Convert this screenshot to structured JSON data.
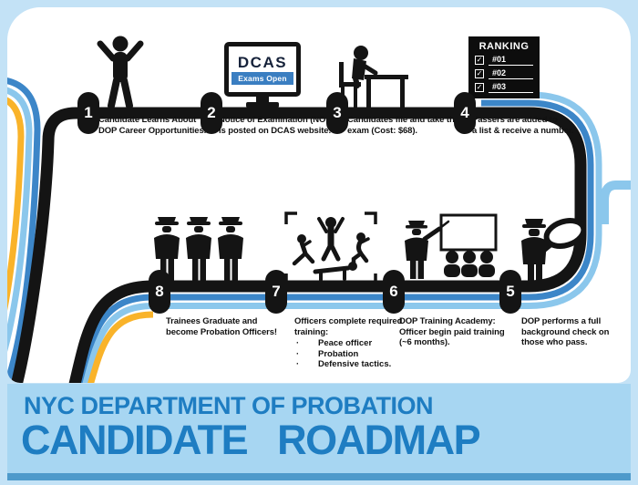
{
  "banner": {
    "line1": "NYC DEPARTMENT OF PROBATION",
    "line2": "CANDIDATE ROADMAP",
    "bg_color": "#a7d6f2",
    "text_color": "#1e7dc2",
    "strip_color": "#4e9acb"
  },
  "road_colors": {
    "black": "#141414",
    "blue": "#3c86c8",
    "light_blue": "#8bc7ec",
    "yellow": "#f9b32a"
  },
  "steps": [
    {
      "number": "1",
      "icon": "celebrating-person",
      "label": "Candidate Learns About\nDOP Career Opportunities."
    },
    {
      "number": "2",
      "icon": "computer-monitor",
      "label": "Notice of Examination (NOE)\nis posted on DCAS website.",
      "screen": {
        "title": "DCAS",
        "badge": "Exams Open"
      }
    },
    {
      "number": "3",
      "icon": "exam-desk",
      "label": "Candidates file and take the\nexam (Cost: $68)."
    },
    {
      "number": "4",
      "icon": "ranking-list",
      "label": "Passers are added to\na list & receive a number.",
      "ranking": {
        "title": "RANKING",
        "check": "✓",
        "items": [
          "#01",
          "#02",
          "#03"
        ]
      }
    },
    {
      "number": "5",
      "icon": "magnifier-officer",
      "label": "DOP performs a full\nbackground check on\nthose who pass."
    },
    {
      "number": "6",
      "icon": "training-academy",
      "label": "DOP Training Academy:\nOfficer begin paid training\n(~6 months)."
    },
    {
      "number": "7",
      "icon": "fitness-training",
      "label": "Officers complete required\ntraining:",
      "bullets": [
        "Peace officer",
        "Probation",
        "Defensive tactics."
      ],
      "bullet_char": "·"
    },
    {
      "number": "8",
      "icon": "graduating-officers",
      "label": "Trainees Graduate and\nbecome Probation Officers!"
    }
  ]
}
